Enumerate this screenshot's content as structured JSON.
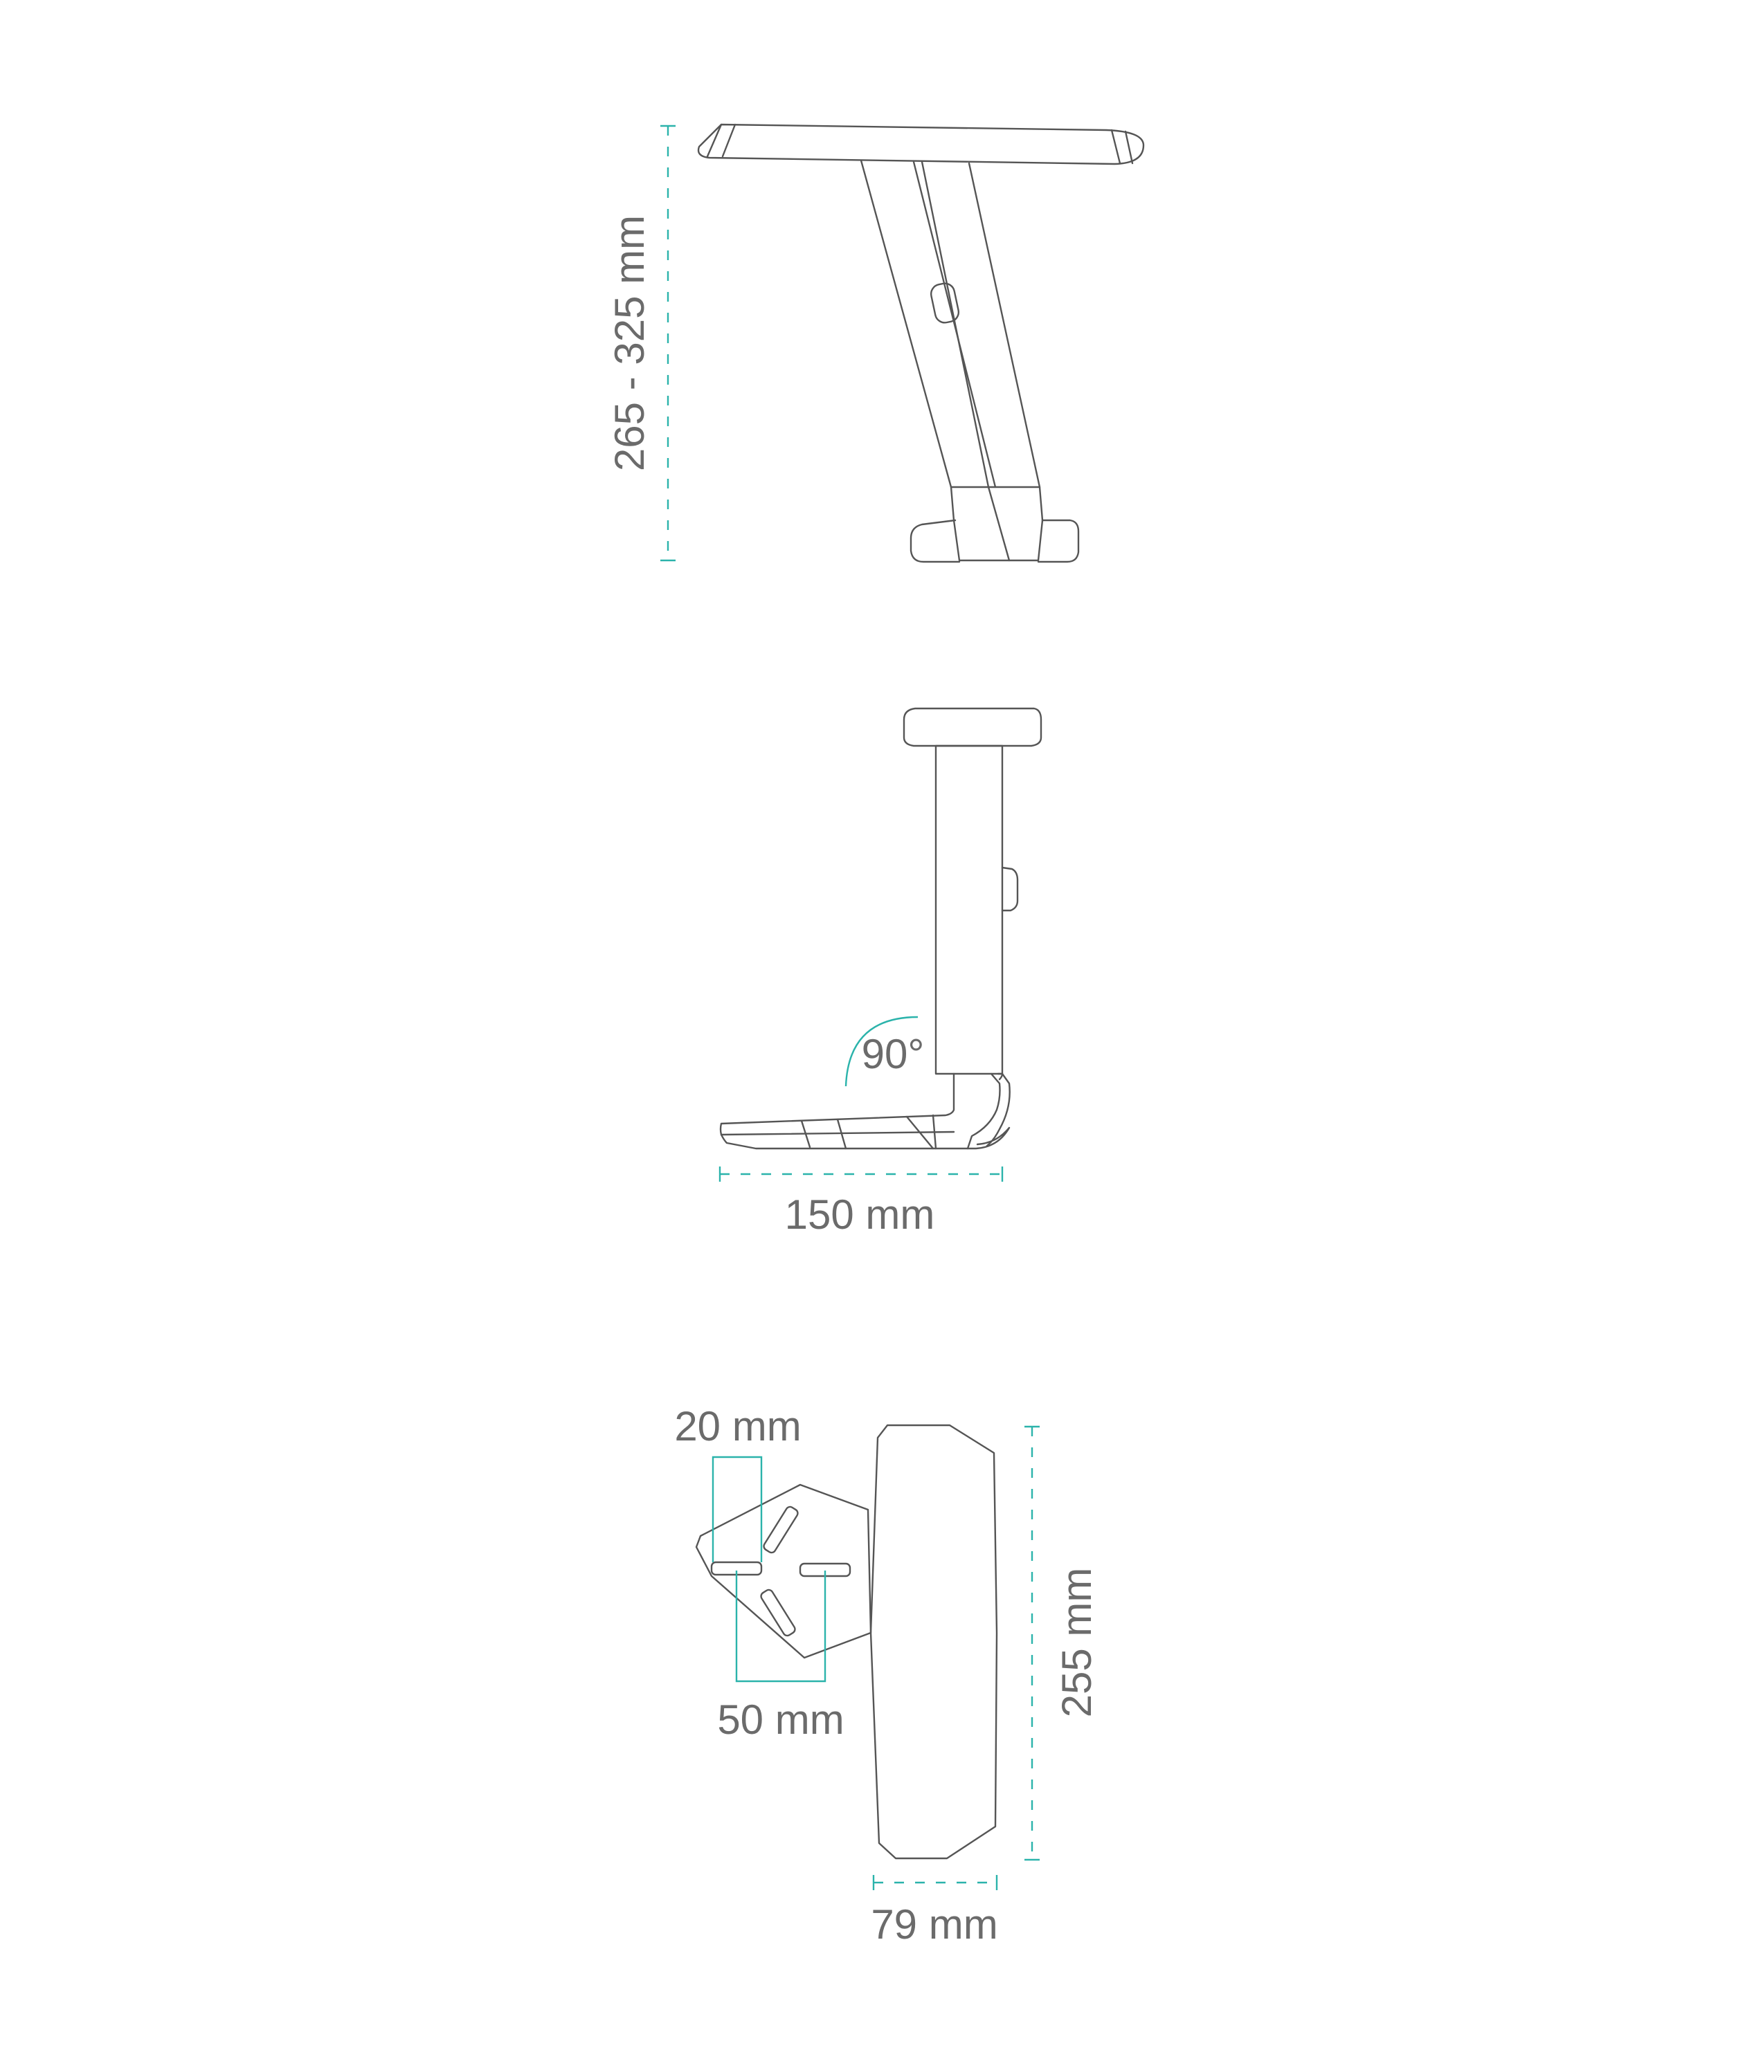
{
  "colors": {
    "line": "#555555",
    "dimension": "#2bb3ab",
    "text": "#6b6b6b",
    "background": "#ffffff"
  },
  "views": {
    "side": {
      "height_label": "265 - 325 mm"
    },
    "front": {
      "angle_label": "90°",
      "depth_label": "150 mm"
    },
    "top": {
      "slot_width_label": "20 mm",
      "slot_spacing_label": "50 mm",
      "pad_length_label": "255 mm",
      "pad_width_label": "79 mm"
    }
  }
}
